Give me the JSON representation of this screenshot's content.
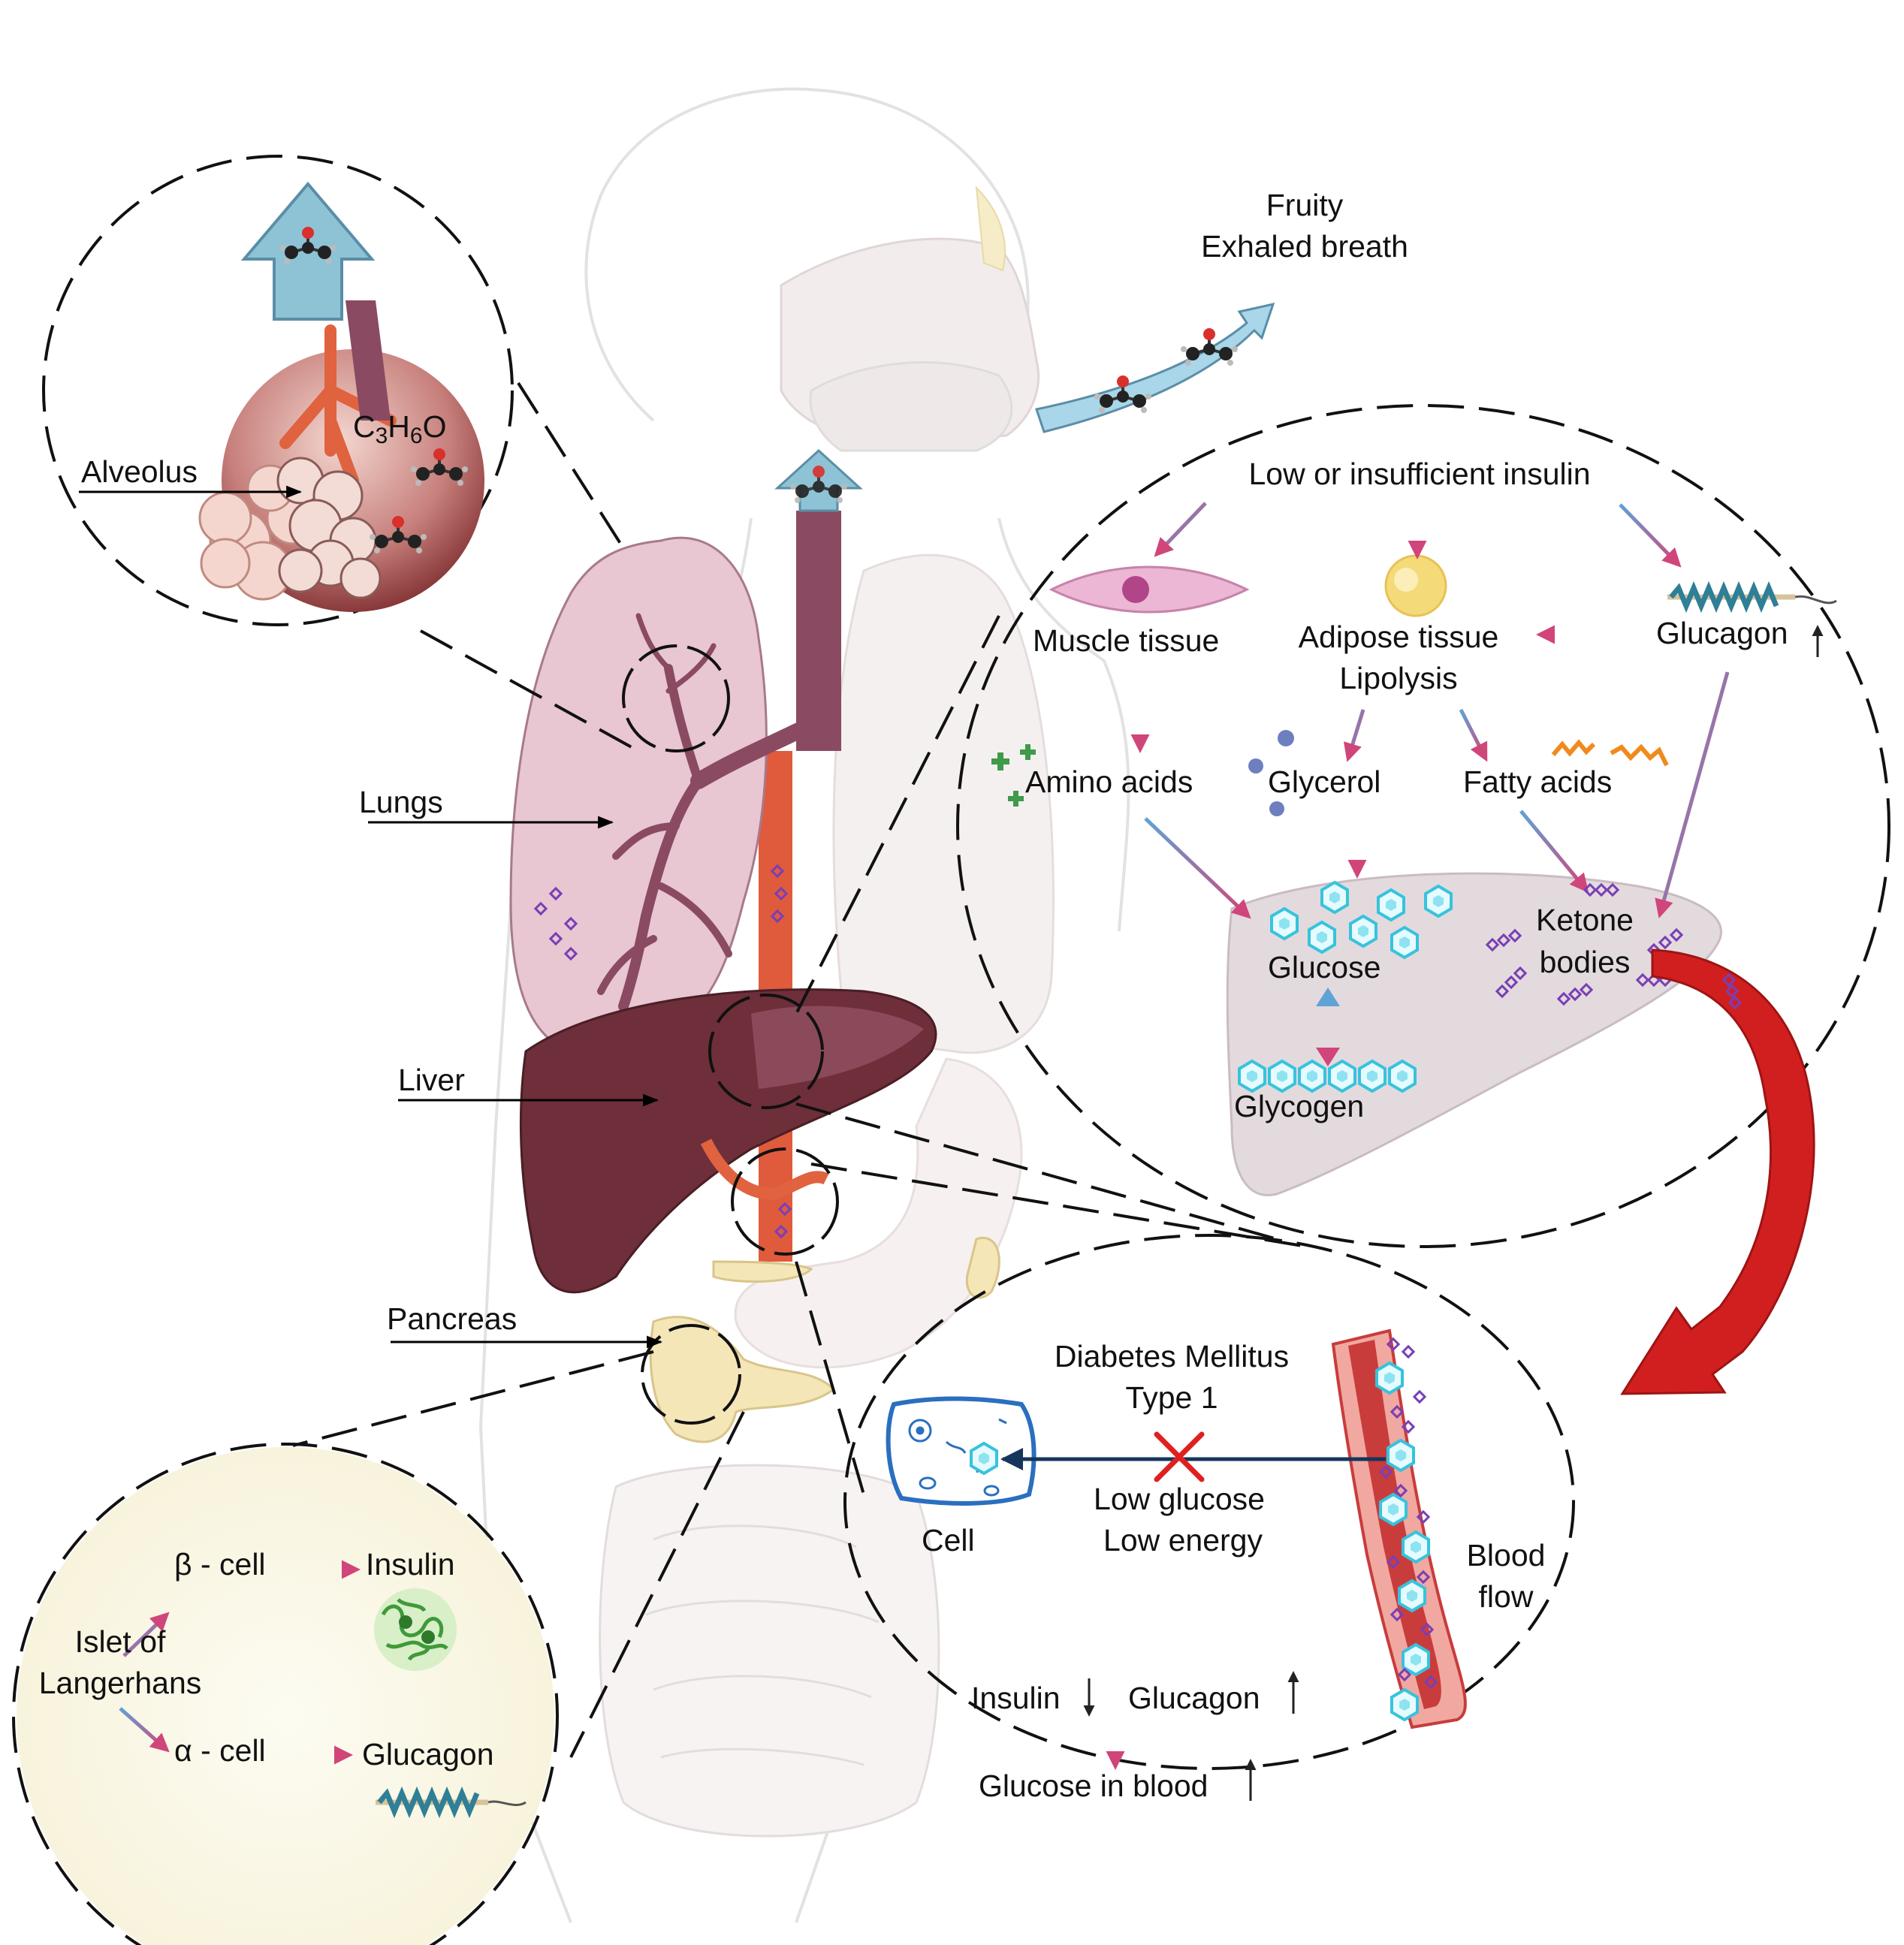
{
  "labels": {
    "fruity": "Fruity",
    "exhaled_breath": "Exhaled breath",
    "alveolus": "Alveolus",
    "acetone_c": "C",
    "acetone_n1": "3",
    "acetone_h": "H",
    "acetone_n2": "6",
    "acetone_o": "O",
    "lungs": "Lungs",
    "liver": "Liver",
    "pancreas": "Pancreas",
    "low_insulin": "Low or insufficient insulin",
    "muscle_tissue": "Muscle tissue",
    "adipose_tissue": "Adipose tissue",
    "lipolysis": "Lipolysis",
    "glucagon_top": "Glucagon",
    "amino_acids": "Amino acids",
    "glycerol": "Glycerol",
    "fatty_acids": "Fatty acids",
    "glucose": "Glucose",
    "glycogen": "Glycogen",
    "ketone": "Ketone",
    "bodies": "bodies",
    "dm_line1": "Diabetes Mellitus",
    "dm_line2": "Type 1",
    "cell": "Cell",
    "low_glucose": "Low glucose",
    "low_energy": "Low energy",
    "blood": "Blood",
    "flow": "flow",
    "insulin_low": "Insulin",
    "glucagon_high": "Glucagon",
    "glucose_in_blood": "Glucose in blood",
    "beta_cell": "β - cell",
    "insulin": "Insulin",
    "islet_of": "Islet of",
    "langerhans": "Langerhans",
    "alpha_cell": "α - cell",
    "glucagon_islet": "Glucagon"
  },
  "colors": {
    "arrow_gradient_start": "#5fa3d6",
    "arrow_gradient_end": "#d0457a",
    "lung": "#e8c6d2",
    "liver": "#6e2f3a",
    "blood_vessel": "#c93c3c",
    "big_red_arrow": "#d11f1f",
    "glucose_hex": "#4fd2e6",
    "ketone": "#7a3fb5",
    "islet_bg": "#fbf8e9",
    "block_x": "#e02020",
    "breath_arrow": "#a9d6e8"
  }
}
